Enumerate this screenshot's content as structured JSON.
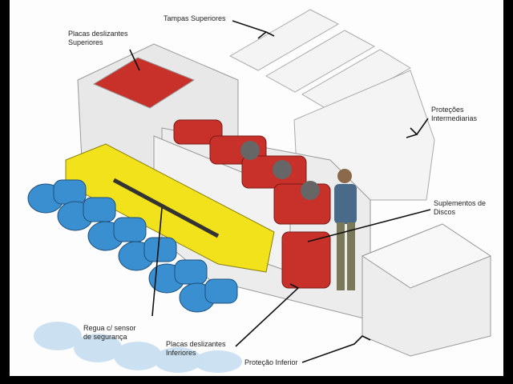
{
  "labels": {
    "placas_superiores": [
      "Placas deslizantes",
      "Superiores"
    ],
    "tampas": "Tampas Superiores",
    "protecoes": [
      "Proteções",
      "Intermediarias"
    ],
    "suplementos": [
      "Suplementos de",
      "Discos"
    ],
    "regua": [
      "Regua c/ sensor",
      "de segurança"
    ],
    "placas_inferiores": [
      "Placas deslizantes",
      "Inferiores"
    ],
    "protecao_inferior": "Proteção Inferior"
  },
  "colors": {
    "red": "#c8302a",
    "yellow": "#f2e21c",
    "blue": "#3a8fd0",
    "frame": "#e6e6e6"
  }
}
